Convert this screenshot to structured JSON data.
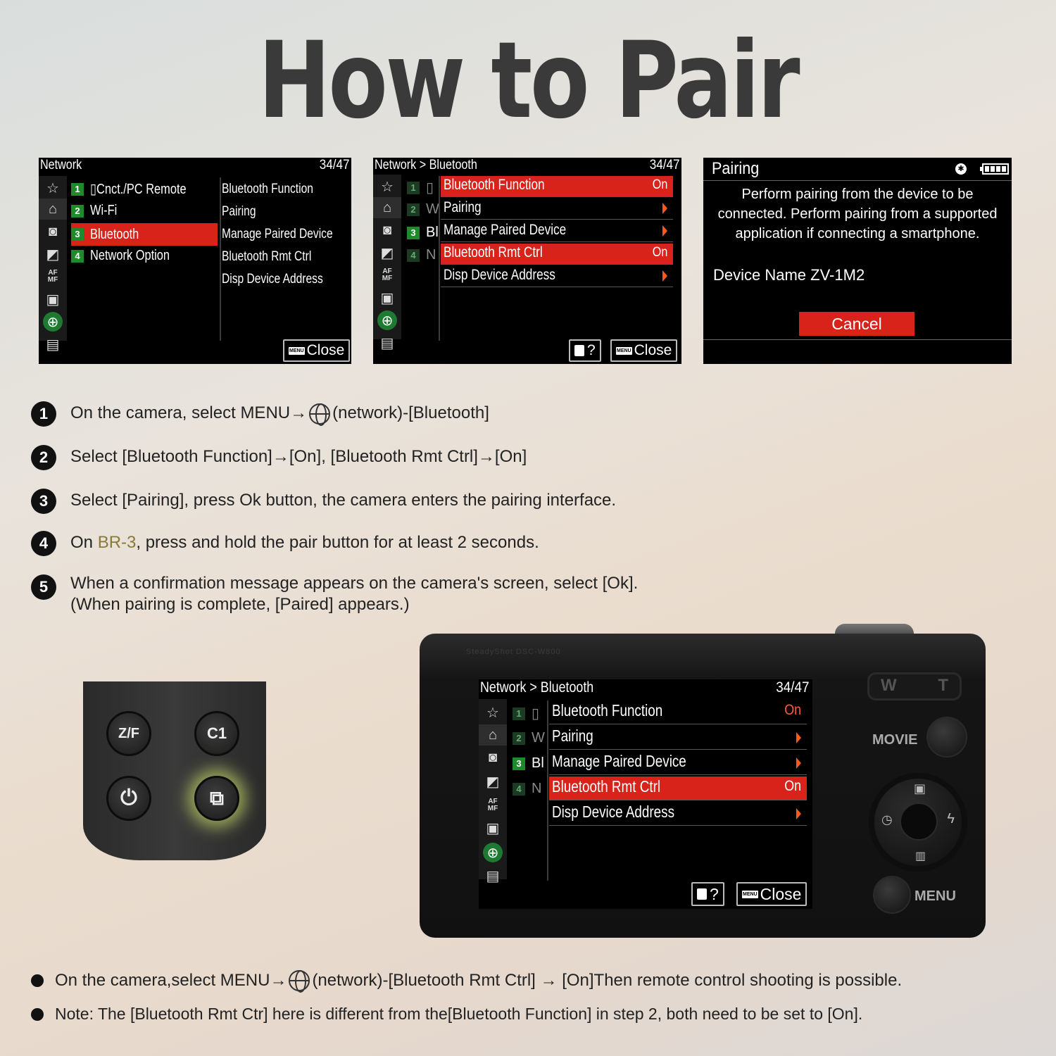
{
  "title": "How to Pair",
  "screen1": {
    "header": "Network",
    "page": "34/47",
    "menu": [
      {
        "num": "1",
        "label": "▯Cnct./PC Remote"
      },
      {
        "num": "2",
        "label": "Wi-Fi"
      },
      {
        "num": "3",
        "label": "Bluetooth"
      },
      {
        "num": "4",
        "label": "Network Option"
      }
    ],
    "submenu": [
      "Bluetooth Function",
      "Pairing",
      "Manage Paired Device",
      "Bluetooth Rmt Ctrl",
      "Disp Device Address"
    ],
    "close_label": "Close",
    "menu_tag": "MENU"
  },
  "screen2": {
    "header": "Network > Bluetooth",
    "page": "34/47",
    "rows": [
      {
        "label": "Bluetooth Function",
        "value": "On"
      },
      {
        "label": "Pairing"
      },
      {
        "label": "Manage Paired Device"
      },
      {
        "label": "Bluetooth Rmt Ctrl",
        "value": "On"
      },
      {
        "label": "Disp Device Address"
      }
    ],
    "left_letters": [
      "▯",
      "W",
      "Bl",
      "N"
    ],
    "help_label": "?",
    "close_label": "Close",
    "menu_tag": "MENU"
  },
  "screen3": {
    "title": "Pairing",
    "message": "Perform pairing from the device to be connected. Perform pairing from a supported application if connecting a smartphone.",
    "device_name": "Device Name ZV-1M2",
    "cancel_label": "Cancel",
    "bt_symbol": "✱"
  },
  "steps": [
    {
      "num": "1",
      "text_a": "On the camera, select MENU→",
      "text_b": "(network)-[Bluetooth]"
    },
    {
      "num": "2",
      "text": "Select [Bluetooth Function]→[On], [Bluetooth Rmt Ctrl]→[On]"
    },
    {
      "num": "3",
      "text": "Select [Pairing], press Ok button, the camera enters the pairing interface."
    },
    {
      "num": "4",
      "text_a": "On ",
      "highlight": "BR-3",
      "text_b": ", press and hold the pair button for at least 2 seconds."
    },
    {
      "num": "5",
      "line1": "When a confirmation message appears on the camera's screen, select [Ok].",
      "line2": "(When pairing is complete, [Paired] appears.)"
    }
  ],
  "remote": {
    "buttons": [
      "Z/F",
      "C1",
      "⏻",
      "⧉"
    ]
  },
  "camera": {
    "brand_text": "SteadyShot  DSC-W800",
    "zoom_w": "W",
    "zoom_t": "T",
    "movie_label": "MOVIE",
    "menu_label": "MENU",
    "lcd": {
      "header": "Network > Bluetooth",
      "page": "34/47",
      "rows": [
        {
          "label": "Bluetooth Function",
          "value": "On"
        },
        {
          "label": "Pairing"
        },
        {
          "label": "Manage Paired Device"
        },
        {
          "label": "Bluetooth Rmt Ctrl",
          "value": "On"
        },
        {
          "label": "Disp Device Address"
        }
      ],
      "left_letters": [
        "▯",
        "W",
        "Bl",
        "N"
      ],
      "help_label": "?",
      "close_label": "Close",
      "menu_tag": "MENU"
    }
  },
  "notes": [
    {
      "text_a": "On the camera,select MENU→",
      "text_b": "(network)-[Bluetooth Rmt Ctrl] → [On]Then remote control shooting is possible."
    },
    {
      "text": "Note: The [Bluetooth Rmt Ctr] here is different from the[Bluetooth Function] in step 2, both need to be set to [On]."
    }
  ],
  "colors": {
    "highlight_red": "#d8231b",
    "menu_green": "#1d8a2c",
    "br3_text": "#8a7a3a",
    "title_gray": "#3a3a3a"
  },
  "icons": [
    "star-icon",
    "camera-settings-icon",
    "camera-icon",
    "exposure-icon",
    "afmf-icon",
    "playback-icon",
    "network-globe-icon",
    "toolbox-icon"
  ]
}
